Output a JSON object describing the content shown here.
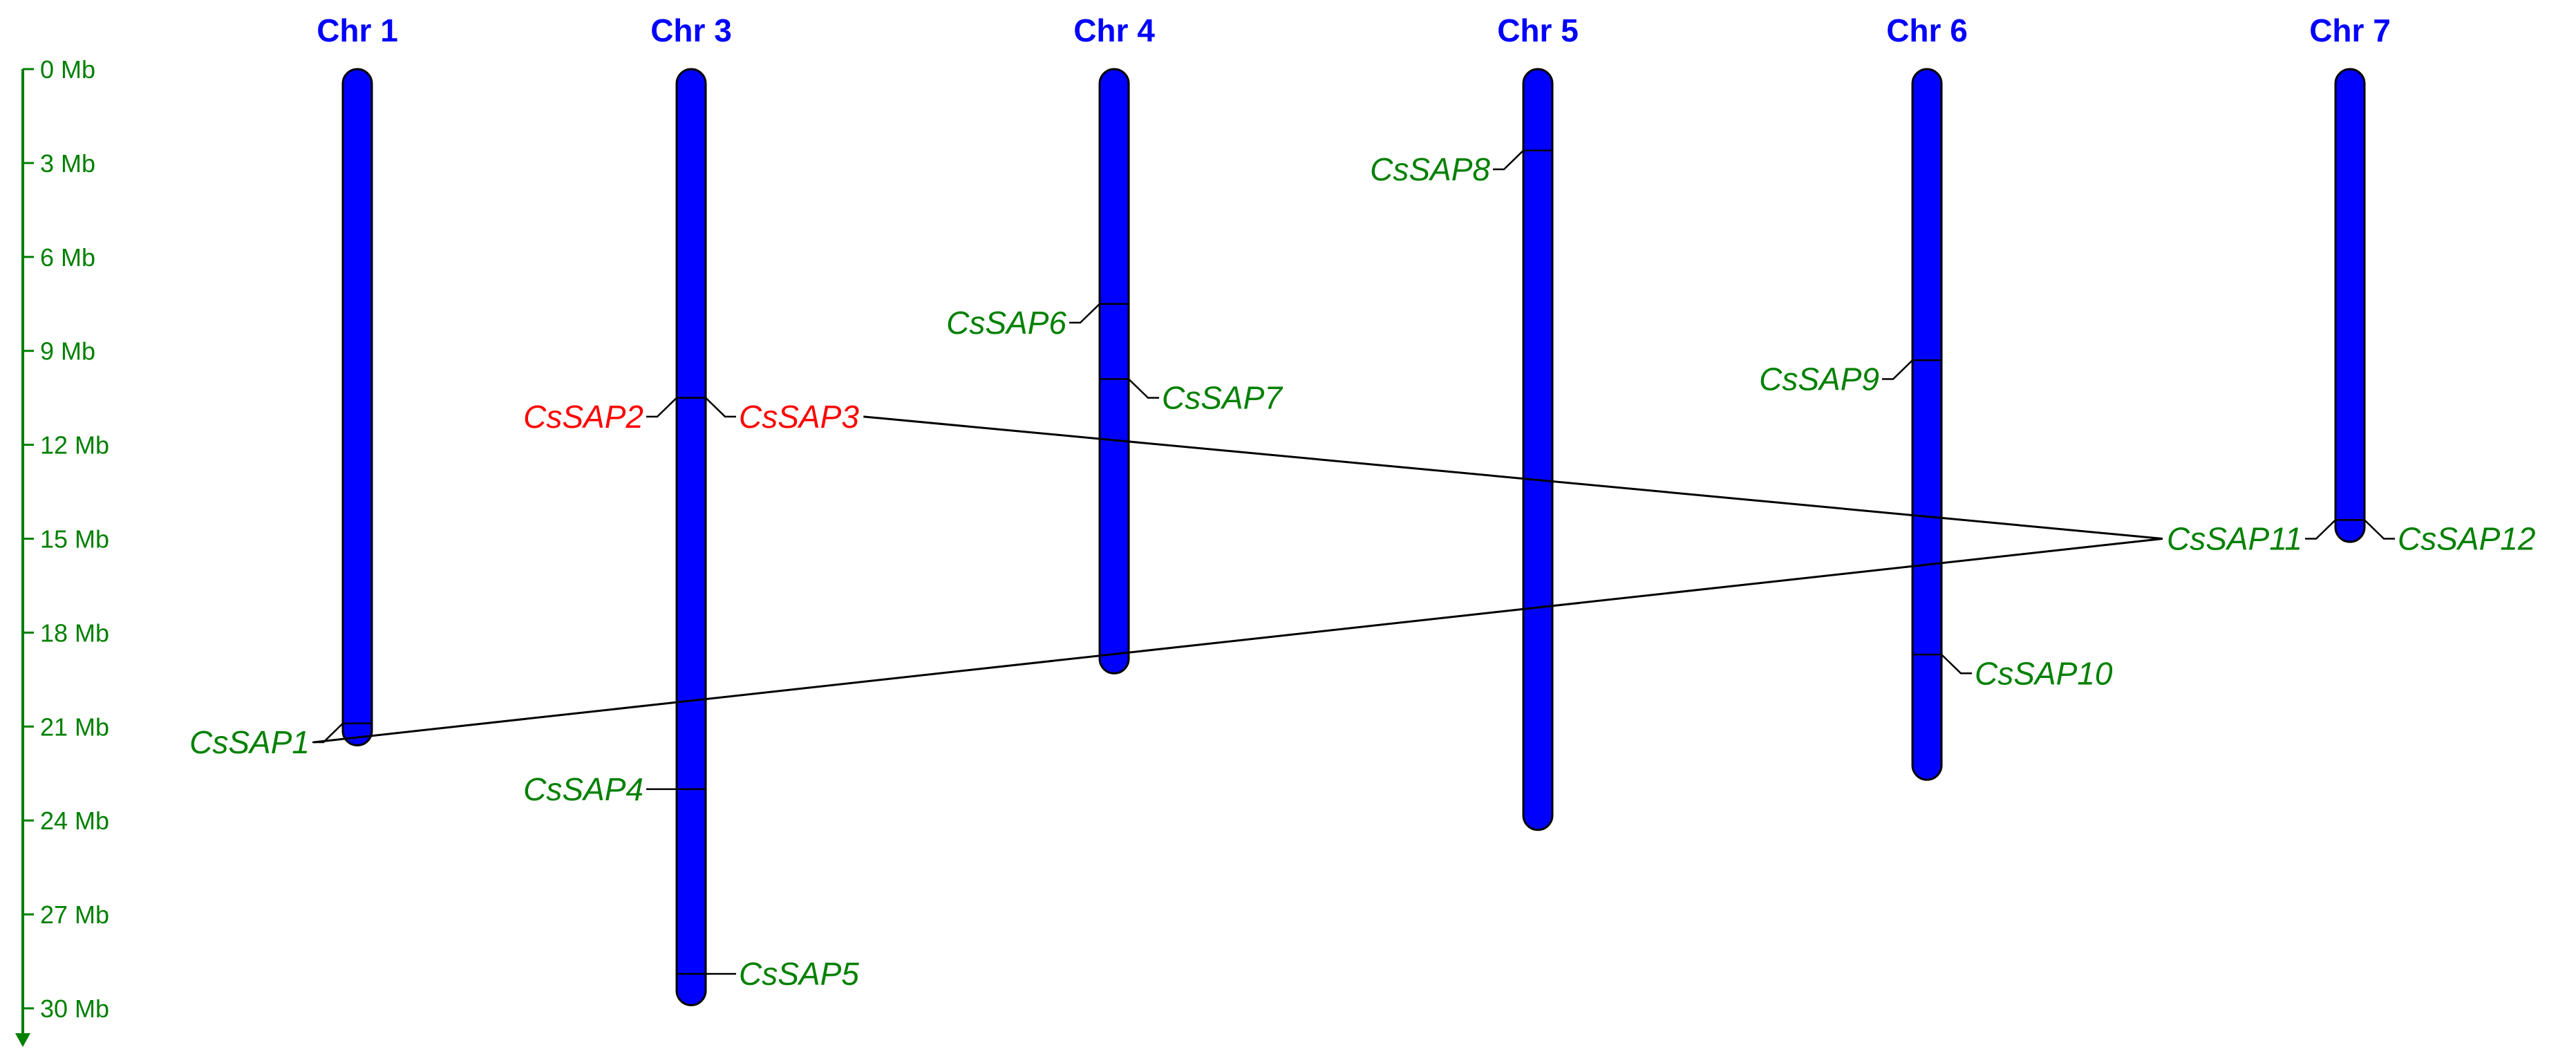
{
  "colors": {
    "background": "#ffffff",
    "chromosome_fill": "#0000ff",
    "chromosome_stroke": "#000000",
    "chromosome_title": "#0000ff",
    "axis": "#008000",
    "gene_default": "#008000",
    "gene_tandem": "#ff0000",
    "gene_tick": "#000000",
    "duplication_link": "#000000"
  },
  "axis": {
    "unit": "Mb",
    "ticks": [
      "0 Mb",
      "3 Mb",
      "6 Mb",
      "9 Mb",
      "12 Mb",
      "15 Mb",
      "18 Mb",
      "21 Mb",
      "24 Mb",
      "27 Mb",
      "30 Mb"
    ],
    "tick_values": [
      0,
      3,
      6,
      9,
      12,
      15,
      18,
      21,
      24,
      27,
      30
    ],
    "range": [
      0,
      30
    ]
  },
  "chromosomes": [
    {
      "id": "chr1",
      "label": "Chr 1",
      "length_mb": 21.6
    },
    {
      "id": "chr3",
      "label": "Chr 3",
      "length_mb": 29.9
    },
    {
      "id": "chr4",
      "label": "Chr 4",
      "length_mb": 19.3
    },
    {
      "id": "chr5",
      "label": "Chr 5",
      "length_mb": 24.3
    },
    {
      "id": "chr6",
      "label": "Chr 6",
      "length_mb": 22.7
    },
    {
      "id": "chr7",
      "label": "Chr 7",
      "length_mb": 15.1
    }
  ],
  "genes": [
    {
      "id": "CsSAP1",
      "label": "CsSAP1",
      "chr": "chr1",
      "pos_mb": 20.9,
      "side": "left",
      "label_mb": 21.5,
      "tandem": false
    },
    {
      "id": "CsSAP2",
      "label": "CsSAP2",
      "chr": "chr3",
      "pos_mb": 10.5,
      "side": "left",
      "label_mb": 11.1,
      "tandem": true
    },
    {
      "id": "CsSAP3",
      "label": "CsSAP3",
      "chr": "chr3",
      "pos_mb": 10.5,
      "side": "right",
      "label_mb": 11.1,
      "tandem": true
    },
    {
      "id": "CsSAP4",
      "label": "CsSAP4",
      "chr": "chr3",
      "pos_mb": 23.0,
      "side": "left",
      "label_mb": 23.0,
      "tandem": false
    },
    {
      "id": "CsSAP5",
      "label": "CsSAP5",
      "chr": "chr3",
      "pos_mb": 28.9,
      "side": "right",
      "label_mb": 28.9,
      "tandem": false
    },
    {
      "id": "CsSAP6",
      "label": "CsSAP6",
      "chr": "chr4",
      "pos_mb": 7.5,
      "side": "left",
      "label_mb": 8.1,
      "tandem": false
    },
    {
      "id": "CsSAP7",
      "label": "CsSAP7",
      "chr": "chr4",
      "pos_mb": 9.9,
      "side": "right",
      "label_mb": 10.5,
      "tandem": false
    },
    {
      "id": "CsSAP8",
      "label": "CsSAP8",
      "chr": "chr5",
      "pos_mb": 2.6,
      "side": "left",
      "label_mb": 3.2,
      "tandem": false
    },
    {
      "id": "CsSAP9",
      "label": "CsSAP9",
      "chr": "chr6",
      "pos_mb": 9.3,
      "side": "left",
      "label_mb": 9.9,
      "tandem": false
    },
    {
      "id": "CsSAP10",
      "label": "CsSAP10",
      "chr": "chr6",
      "pos_mb": 18.7,
      "side": "right",
      "label_mb": 19.3,
      "tandem": false
    },
    {
      "id": "CsSAP11",
      "label": "CsSAP11",
      "chr": "chr7",
      "pos_mb": 14.4,
      "side": "left",
      "label_mb": 15.0,
      "tandem": false
    },
    {
      "id": "CsSAP12",
      "label": "CsSAP12",
      "chr": "chr7",
      "pos_mb": 14.4,
      "side": "right",
      "label_mb": 15.0,
      "tandem": false
    }
  ],
  "duplication_links": [
    {
      "from": "CsSAP1",
      "to": "CsSAP11"
    },
    {
      "from": "CsSAP3",
      "to": "CsSAP11"
    }
  ]
}
